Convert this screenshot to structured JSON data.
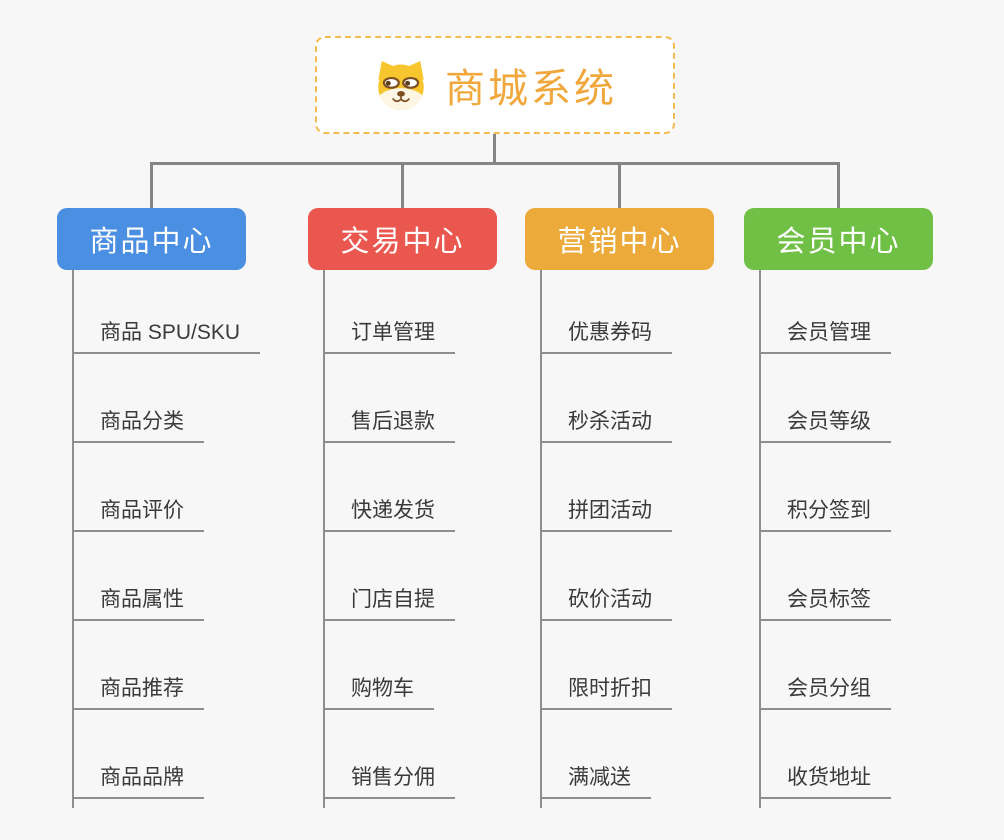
{
  "root": {
    "title": "商城系统",
    "icon": "dog-face-icon"
  },
  "branches": [
    {
      "label": "商品中心",
      "color": "#4a8fe2",
      "items": [
        "商品 SPU/SKU",
        "商品分类",
        "商品评价",
        "商品属性",
        "商品推荐",
        "商品品牌"
      ]
    },
    {
      "label": "交易中心",
      "color": "#e9574f",
      "items": [
        "订单管理",
        "售后退款",
        "快递发货",
        "门店自提",
        "购物车",
        "销售分佣"
      ]
    },
    {
      "label": "营销中心",
      "color": "#ecaa3b",
      "items": [
        "优惠券码",
        "秒杀活动",
        "拼团活动",
        "砍价活动",
        "限时折扣",
        "满减送"
      ]
    },
    {
      "label": "会员中心",
      "color": "#70c045",
      "items": [
        "会员管理",
        "会员等级",
        "积分签到",
        "会员标签",
        "会员分组",
        "收货地址"
      ]
    }
  ],
  "colors": {
    "background": "#f7f7f7",
    "connector_line": "#858585",
    "underline": "#8e8e8e",
    "root_border": "#f4bb50",
    "root_text": "#f0a73c",
    "item_text": "#3a3a3a",
    "header_text": "#ffffff"
  }
}
